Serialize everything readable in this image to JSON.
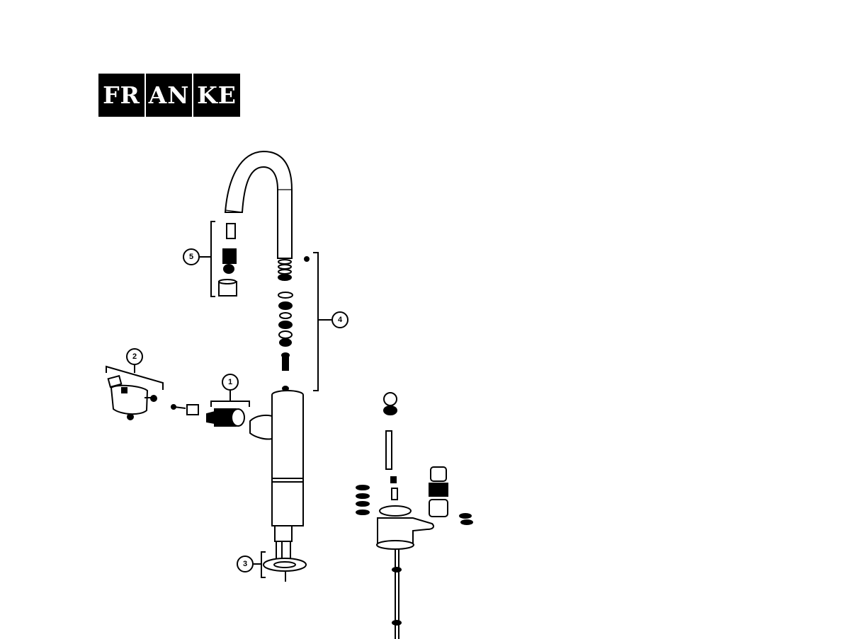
{
  "brand": {
    "letters_1": "FR",
    "letters_2": "AN",
    "letters_3": "KE"
  },
  "callouts": [
    {
      "id": "cartridge",
      "number": "1"
    },
    {
      "id": "handle",
      "number": "2"
    },
    {
      "id": "base-mount",
      "number": "3"
    },
    {
      "id": "spout-seals",
      "number": "4"
    },
    {
      "id": "aerator",
      "number": "5"
    }
  ]
}
